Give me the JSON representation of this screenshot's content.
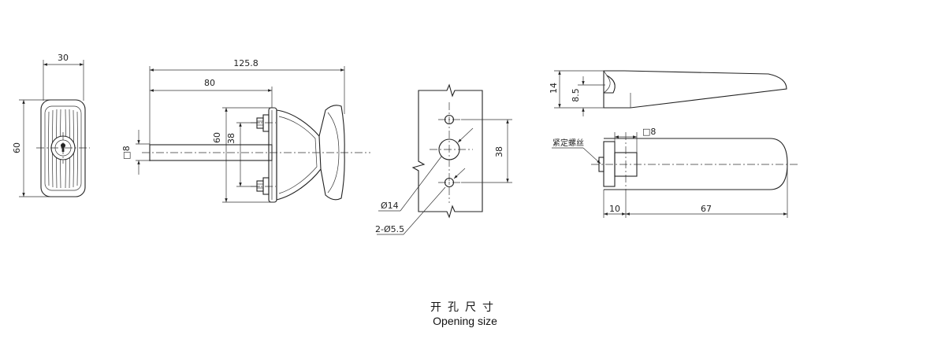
{
  "dimensions": {
    "front_width": "30",
    "front_height": "60",
    "overall_length": "125.8",
    "shaft_length": "80",
    "flange_height": "60",
    "flange_hole_spacing": "38",
    "square_shaft": "□8",
    "cutout_hole_spacing": "38",
    "cutout_center_hole": "Ø14",
    "cutout_side_holes": "2-Ø5.5",
    "cam_height": "14",
    "cam_offset": "8.5",
    "cam_square": "□8",
    "cam_hub": "10",
    "cam_length": "67"
  },
  "labels": {
    "set_screw": "紧定螺丝"
  },
  "caption": {
    "chinese": "开孔尺寸",
    "english": "Opening size"
  }
}
